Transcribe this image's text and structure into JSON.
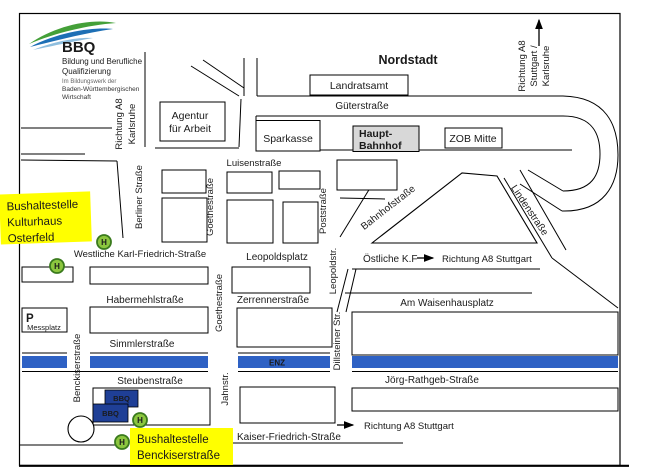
{
  "logo": {
    "name": "BBQ",
    "subtitle1": "Bildung und Berufliche",
    "subtitle2": "Qualifizierung",
    "tagline1": "Im Bildungswerk der",
    "tagline2": "Baden-Württembergischen",
    "tagline3": "Wirtschaft",
    "brand_blue": "#2a6fae",
    "swoosh_green": "#44a038",
    "swoosh_blue": "#1d6fb5",
    "swoosh_light_blue": "#8fbede"
  },
  "district": {
    "nordstadt": "Nordstadt"
  },
  "buildings": {
    "landratsamt": "Landratsamt",
    "agentur1": "Agentur",
    "agentur2": "für Arbeit",
    "sparkasse": "Sparkasse",
    "hauptbahnhof1": "Haupt-",
    "hauptbahnhof2": "Bahnhof",
    "zob": "ZOB Mitte",
    "bbq_site": "BBQ",
    "station_fill": "#d8d8d8",
    "bbq_box_fill": "#1f3f96"
  },
  "streets": {
    "gueterstrasse": "Güterstraße",
    "luisenstrasse": "Luisenstraße",
    "berliner": "Berliner Straße",
    "goethestrasse": "Goethestraße",
    "poststrasse": "Poststraße",
    "bahnhofstrasse": "Bahnhofstraße",
    "lindenstrasse": "Lindenstraße",
    "westliche_kf": "Westliche Karl-Friedrich-Straße",
    "leopoldsplatz": "Leopoldsplatz",
    "oestliche_kf": "Östliche K.F",
    "habermehlstrasse": "Habermehlstraße",
    "zerrennerstrasse": "Zerrennerstraße",
    "leopoldstr": "Leopoldstr.",
    "am_waisenhausplatz": "Am Waisenhausplatz",
    "simmlerstrasse": "Simmlerstraße",
    "dillsteiner": "Dillsteiner Str.",
    "benckiserstrasse": "Benckiserstraße",
    "steubenstrasse": "Steubenstraße",
    "joerg_rathgeb": "Jörg-Rathgeb-Straße",
    "jahnstr": "Jahnstr.",
    "kaiser_friedrich": "Kaiser-Friedrich-Straße"
  },
  "directions": {
    "a8_karlsruhe1": "Richtung A8",
    "a8_karlsruhe2": "Karlsruhe",
    "a8_sk1": "Richtung A8",
    "a8_sk2": "Stuttgart /",
    "a8_sk3": "Karlsruhe",
    "a8_stuttgart": "Richtung A8 Stuttgart"
  },
  "river": {
    "label": "ENZ",
    "color": "#2e61c4"
  },
  "parking": {
    "symbol": "P",
    "label": "Messplatz",
    "symbol_color": "#2a5caa"
  },
  "bus_stops": {
    "symbol": "H",
    "icon_fill": "#8cc63f",
    "icon_ring": "#3a7a1d",
    "icon_letter_color": "#14530f",
    "highlight": "#ffff00",
    "stop1_line1": "Bushaltestelle",
    "stop1_line2": "Kulturhaus",
    "stop1_line3": "Osterfeld",
    "stop2_line1": "Bushaltestelle",
    "stop2_line2": "Benckiserstraße"
  }
}
